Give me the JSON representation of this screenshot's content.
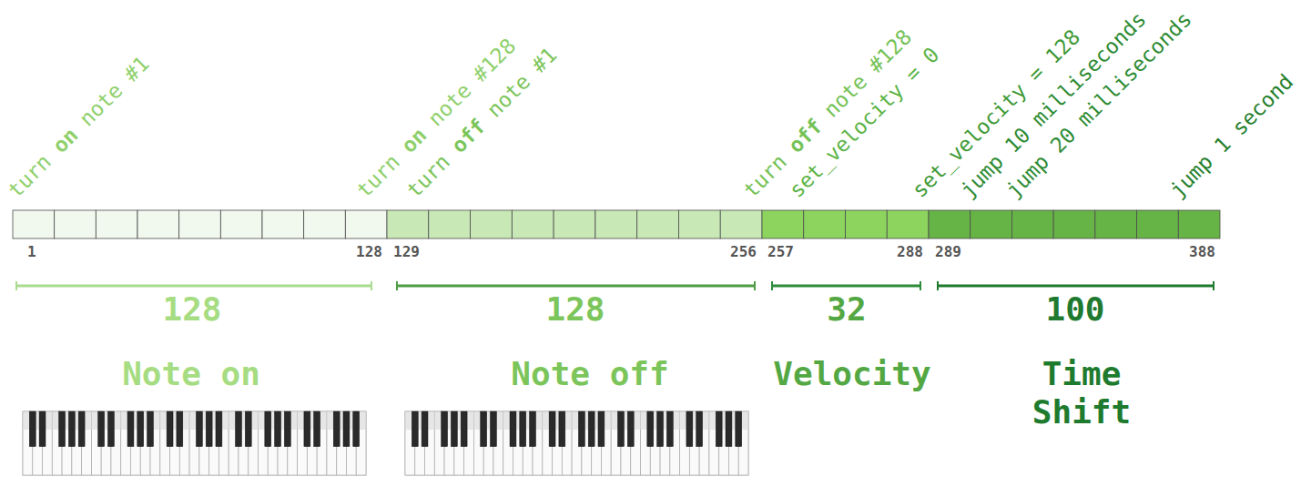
{
  "diagram": {
    "labels": [
      "turn on note #1",
      "turn on note #128",
      "turn off note #1",
      "turn off note #128",
      "set_velocity = 0",
      "set_velocity = 128",
      "jump 10 milliseconds",
      "jump 20 milliseconds",
      "jump 1 second",
      "1",
      "128",
      "129",
      "256",
      "257",
      "288",
      "289",
      "388",
      "128",
      "128",
      "32",
      "100",
      "Note on",
      "Note off",
      "Velocity",
      "Time Shift"
    ]
  }
}
